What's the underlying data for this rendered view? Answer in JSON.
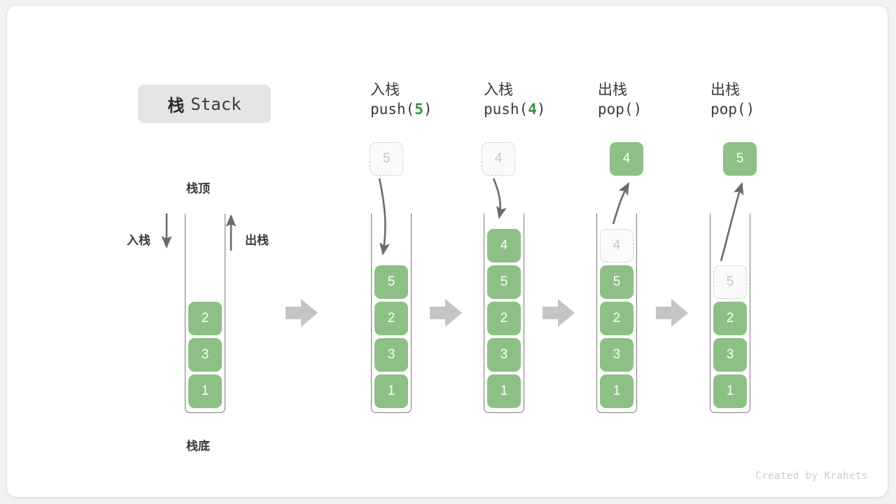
{
  "title": {
    "cn": "栈",
    "en": "Stack"
  },
  "labels": {
    "top": "栈顶",
    "bottom": "栈底",
    "push": "入栈",
    "pop": "出栈"
  },
  "watermark": "Created by Krahets",
  "colors": {
    "element_green": "#8cc084",
    "arg_green": "#3e8e41",
    "ghost_border": "#c9c9c9",
    "ghost_text": "#c6c6c6",
    "arrow_gray": "#6b6b6b",
    "flow_arrow_gray": "#c4c4c4",
    "container_border": "#7a7a7a",
    "chip_bg": "#e5e5e5",
    "card_bg": "#ffffff",
    "page_bg": "#f2f2f2"
  },
  "stages": [
    {
      "id": "initial",
      "header_op": "",
      "header_fn": "",
      "header_arg": "",
      "stack": [
        "2",
        "3",
        "1"
      ],
      "floating": null,
      "ghost_in_stack": null
    },
    {
      "id": "push-5",
      "header_op": "入栈",
      "header_fn_prefix": "push(",
      "header_arg": "5",
      "header_fn_suffix": ")",
      "stack": [
        "5",
        "2",
        "3",
        "1"
      ],
      "floating": {
        "value": "5",
        "kind": "ghost"
      },
      "ghost_in_stack": null
    },
    {
      "id": "push-4",
      "header_op": "入栈",
      "header_fn_prefix": "push(",
      "header_arg": "4",
      "header_fn_suffix": ")",
      "stack": [
        "4",
        "5",
        "2",
        "3",
        "1"
      ],
      "floating": {
        "value": "4",
        "kind": "ghost"
      },
      "ghost_in_stack": null
    },
    {
      "id": "pop-4",
      "header_op": "出栈",
      "header_fn_prefix": "pop(",
      "header_arg": "",
      "header_fn_suffix": ")",
      "stack": [
        "5",
        "2",
        "3",
        "1"
      ],
      "floating": {
        "value": "4",
        "kind": "solid"
      },
      "ghost_in_stack": {
        "value": "4"
      }
    },
    {
      "id": "pop-5",
      "header_op": "出栈",
      "header_fn_prefix": "pop(",
      "header_arg": "",
      "header_fn_suffix": ")",
      "stack": [
        "2",
        "3",
        "1"
      ],
      "floating": {
        "value": "5",
        "kind": "solid"
      },
      "ghost_in_stack": {
        "value": "5"
      }
    }
  ],
  "stage_headers": {
    "s2_op": "入栈",
    "s2_fn_pre": "push(",
    "s2_arg": "5",
    "s2_fn_post": ")",
    "s3_op": "入栈",
    "s3_fn_pre": "push(",
    "s3_arg": "4",
    "s3_fn_post": ")",
    "s4_op": "出栈",
    "s4_fn_pre": "pop(",
    "s4_arg": "",
    "s4_fn_post": ")",
    "s5_op": "出栈",
    "s5_fn_pre": "pop(",
    "s5_arg": "",
    "s5_fn_post": ")"
  },
  "cells": {
    "s1": {
      "c0": "2",
      "c1": "3",
      "c2": "1"
    },
    "s2": {
      "ghost": "5",
      "c0": "5",
      "c1": "2",
      "c2": "3",
      "c3": "1"
    },
    "s3": {
      "ghost": "4",
      "c0": "4",
      "c1": "5",
      "c2": "2",
      "c3": "3",
      "c4": "1"
    },
    "s4": {
      "popped": "4",
      "g0": "4",
      "c1": "5",
      "c2": "2",
      "c3": "3",
      "c4": "1"
    },
    "s5": {
      "popped": "5",
      "g0": "5",
      "c1": "2",
      "c2": "3",
      "c3": "1"
    }
  }
}
